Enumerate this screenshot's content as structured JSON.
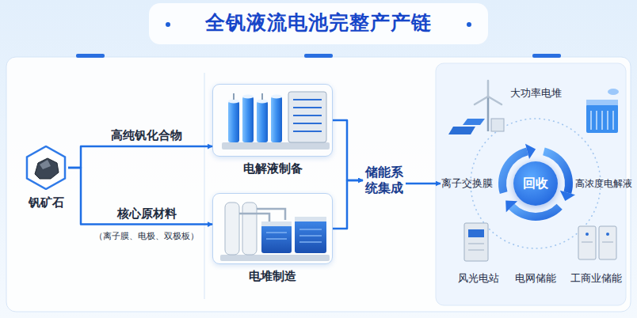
{
  "diagram": {
    "title": "全钒液流电池完整产产链",
    "nodes": [
      {
        "text": [
          "钒矿石"
        ]
      },
      {
        "text": [
          "电解液制备"
        ]
      },
      {
        "text": [
          "电堆制造"
        ]
      },
      {
        "text": [
          "储能系统集成"
        ]
      },
      {
        "text": [
          "大功率电堆"
        ]
      },
      {
        "text": [
          "离子交换膜"
        ]
      },
      {
        "text": [
          "回收"
        ]
      },
      {
        "text": [
          "高浓度电解液"
        ]
      },
      {
        "text": [
          "风光电站"
        ]
      },
      {
        "text": [
          "电网储能"
        ]
      },
      {
        "text": [
          "工商业储能"
        ]
      }
    ],
    "edges": [
      {
        "from": 0,
        "to": 1,
        "label": "高纯钒化合物",
        "arrow": "to"
      },
      {
        "from": 0,
        "to": 2,
        "label": "核心原材料",
        "arrow": "to"
      },
      {
        "from": 1,
        "to": 3,
        "arrow": "to"
      },
      {
        "from": 2,
        "to": 3,
        "arrow": "to"
      },
      {
        "from": 3,
        "to": 5,
        "arrow": "to"
      }
    ],
    "labels": [
      "（离子膜、电极、双极板）"
    ]
  }
}
